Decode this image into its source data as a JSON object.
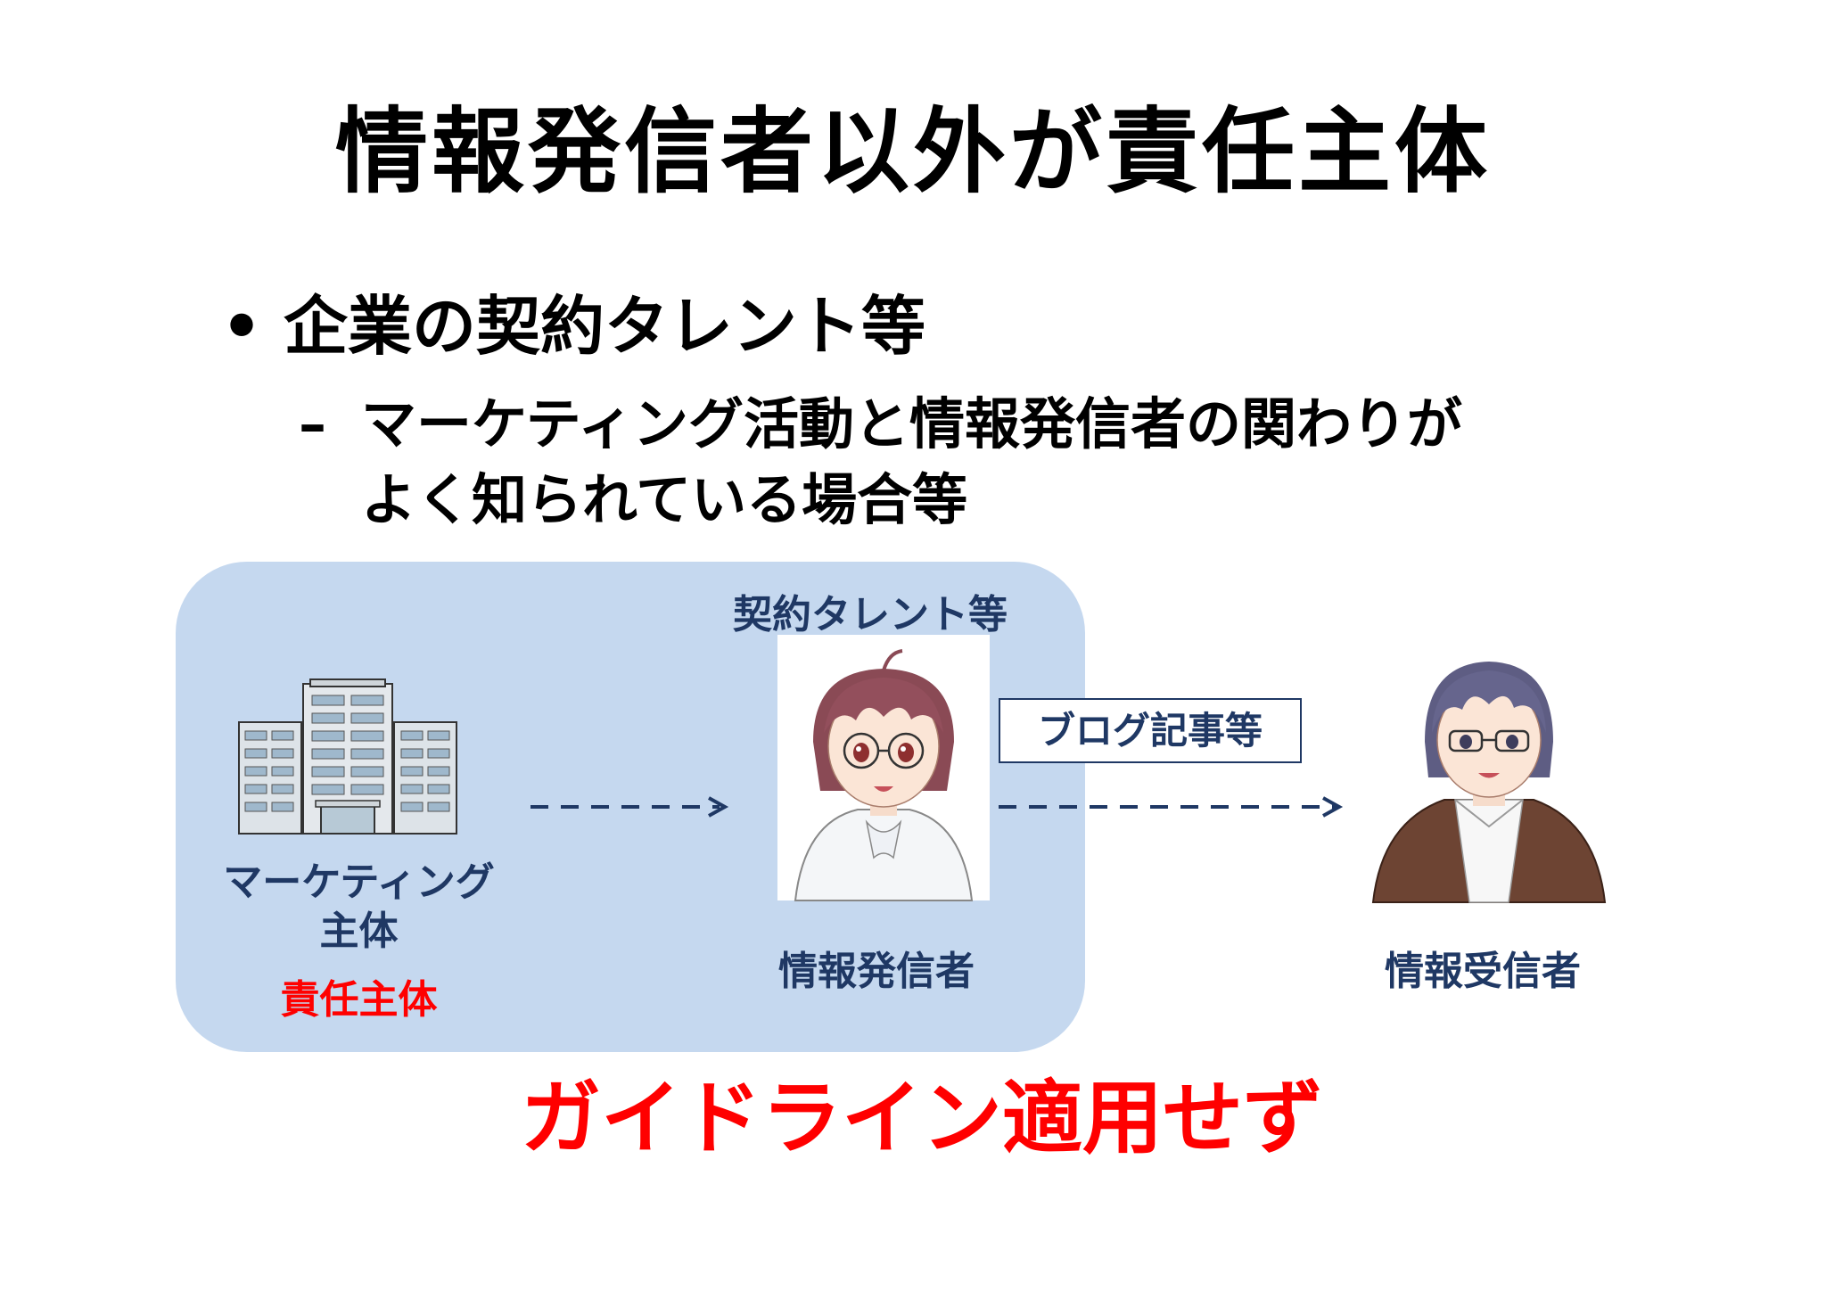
{
  "title": "情報発信者以外が責任主体",
  "bullets": {
    "level1": "企業の契約タレント等",
    "level2_line1": "マーケティング活動と情報発信者の関わりが",
    "level2_line2": "よく知られている場合等"
  },
  "diagram": {
    "talent_label": "契約タレント等",
    "marketing_label_line1": "マーケティング",
    "marketing_label_line2": "主体",
    "responsible_label": "責任主体",
    "blog_label": "ブログ記事等",
    "sender_label": "情報発信者",
    "receiver_label": "情報受信者"
  },
  "conclusion": "ガイドライン適用せず",
  "colors": {
    "navy": "#1f3864",
    "red": "#ff0000",
    "group_fill": "#c5d8ef"
  }
}
